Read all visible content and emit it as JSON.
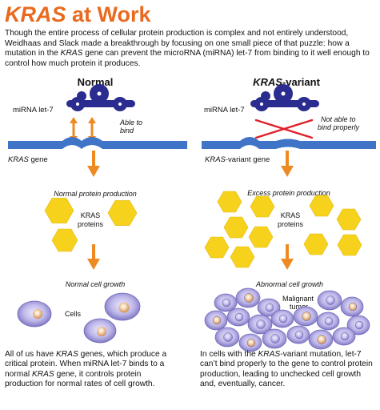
{
  "title": {
    "gene": "KRAS",
    "rest": " at Work"
  },
  "intro": {
    "part1": "Though the entire process of cellular protein production is complex and not entirely understood, Weidhaas and Slack made a breakthrough by focusing on one small piece of that puzzle: how a mutation in the ",
    "gene": "KRAS",
    "part2": " gene can prevent the microRNA (miRNA) let-7 from binding to it well enough to control how much protein it produces."
  },
  "normal": {
    "heading": "Normal",
    "mirna_label": "miRNA let-7",
    "bind_label": "Able to bind",
    "gene_label_gene": "KRAS",
    "gene_label_rest": " gene",
    "protein_label": "Normal protein production",
    "proteins_label_1": "KRAS",
    "proteins_label_2": "proteins",
    "growth_label": "Normal cell growth",
    "cells_label": "Cells"
  },
  "variant": {
    "heading_gene": "KRAS",
    "heading_rest": "-variant",
    "mirna_label": "miRNA let-7",
    "bind_label_1": "Not able to",
    "bind_label_2": "bind properly",
    "gene_label_gene": "KRAS",
    "gene_label_rest": "-variant gene",
    "protein_label": "Excess protein production",
    "proteins_label_1": "KRAS",
    "proteins_label_2": "proteins",
    "growth_label": "Abnormal cell growth",
    "tumor_label_1": "Malignant",
    "tumor_label_2": "tumor"
  },
  "bottom_left": {
    "part1": "All of us have ",
    "gene1": "KRAS",
    "part2": " genes, which produce a critical protein. When miRNA let-7 binds to a normal ",
    "gene2": "KRAS",
    "part3": " gene, it controls protein production for normal rates of cell growth."
  },
  "bottom_right": {
    "part1": "In cells with the ",
    "gene": "KRAS",
    "part2": "-variant mutation, let-7 can’t bind properly to the gene to control protein production, leading to unchecked cell growth and, eventually, cancer."
  },
  "colors": {
    "title_orange": "#e96a1f",
    "navy": "#2a2d8f",
    "blue_gene": "#3f74c7",
    "orange_arrow": "#ee8a22",
    "protein_yellow": "#f6d21c",
    "cell_lavender": "#b9b3e6",
    "nucleus_peach": "#f5cf9f",
    "cross_red": "#e0202a"
  }
}
